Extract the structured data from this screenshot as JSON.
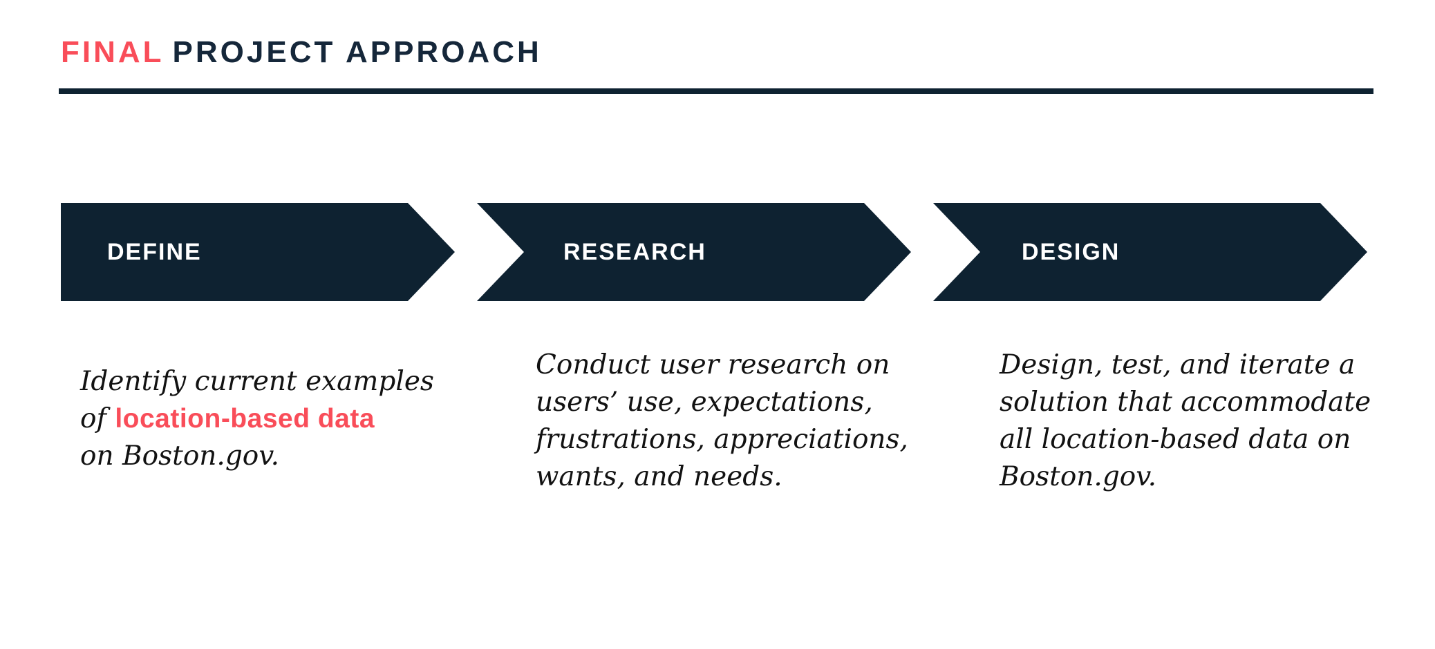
{
  "title": {
    "highlight": "FINAL",
    "rest": "PROJECT APPROACH"
  },
  "colors": {
    "accent": "#F94D59",
    "navy": "#0E2231",
    "title_text": "#15273A",
    "body_text": "#121212",
    "label_text": "#FFFFFF",
    "background": "#FFFFFF"
  },
  "steps": [
    {
      "label": "DEFINE",
      "lines": [
        [
          {
            "t": "Identify current examples"
          }
        ],
        [
          {
            "t": "of "
          },
          {
            "t": "location-based data",
            "accent": true
          }
        ],
        [
          {
            "t": "on Boston.gov."
          }
        ]
      ]
    },
    {
      "label": "RESEARCH",
      "lines": [
        [
          {
            "t": "Conduct user research on"
          }
        ],
        [
          {
            "t": "users’ use, expectations,"
          }
        ],
        [
          {
            "t": "frustrations, appreciations,"
          }
        ],
        [
          {
            "t": "wants, and needs."
          }
        ]
      ]
    },
    {
      "label": "DESIGN",
      "lines": [
        [
          {
            "t": "Design, test, and iterate a"
          }
        ],
        [
          {
            "t": "solution that accommodate"
          }
        ],
        [
          {
            "t": "all location-based data on"
          }
        ],
        [
          {
            "t": "Boston.gov."
          }
        ]
      ]
    }
  ]
}
